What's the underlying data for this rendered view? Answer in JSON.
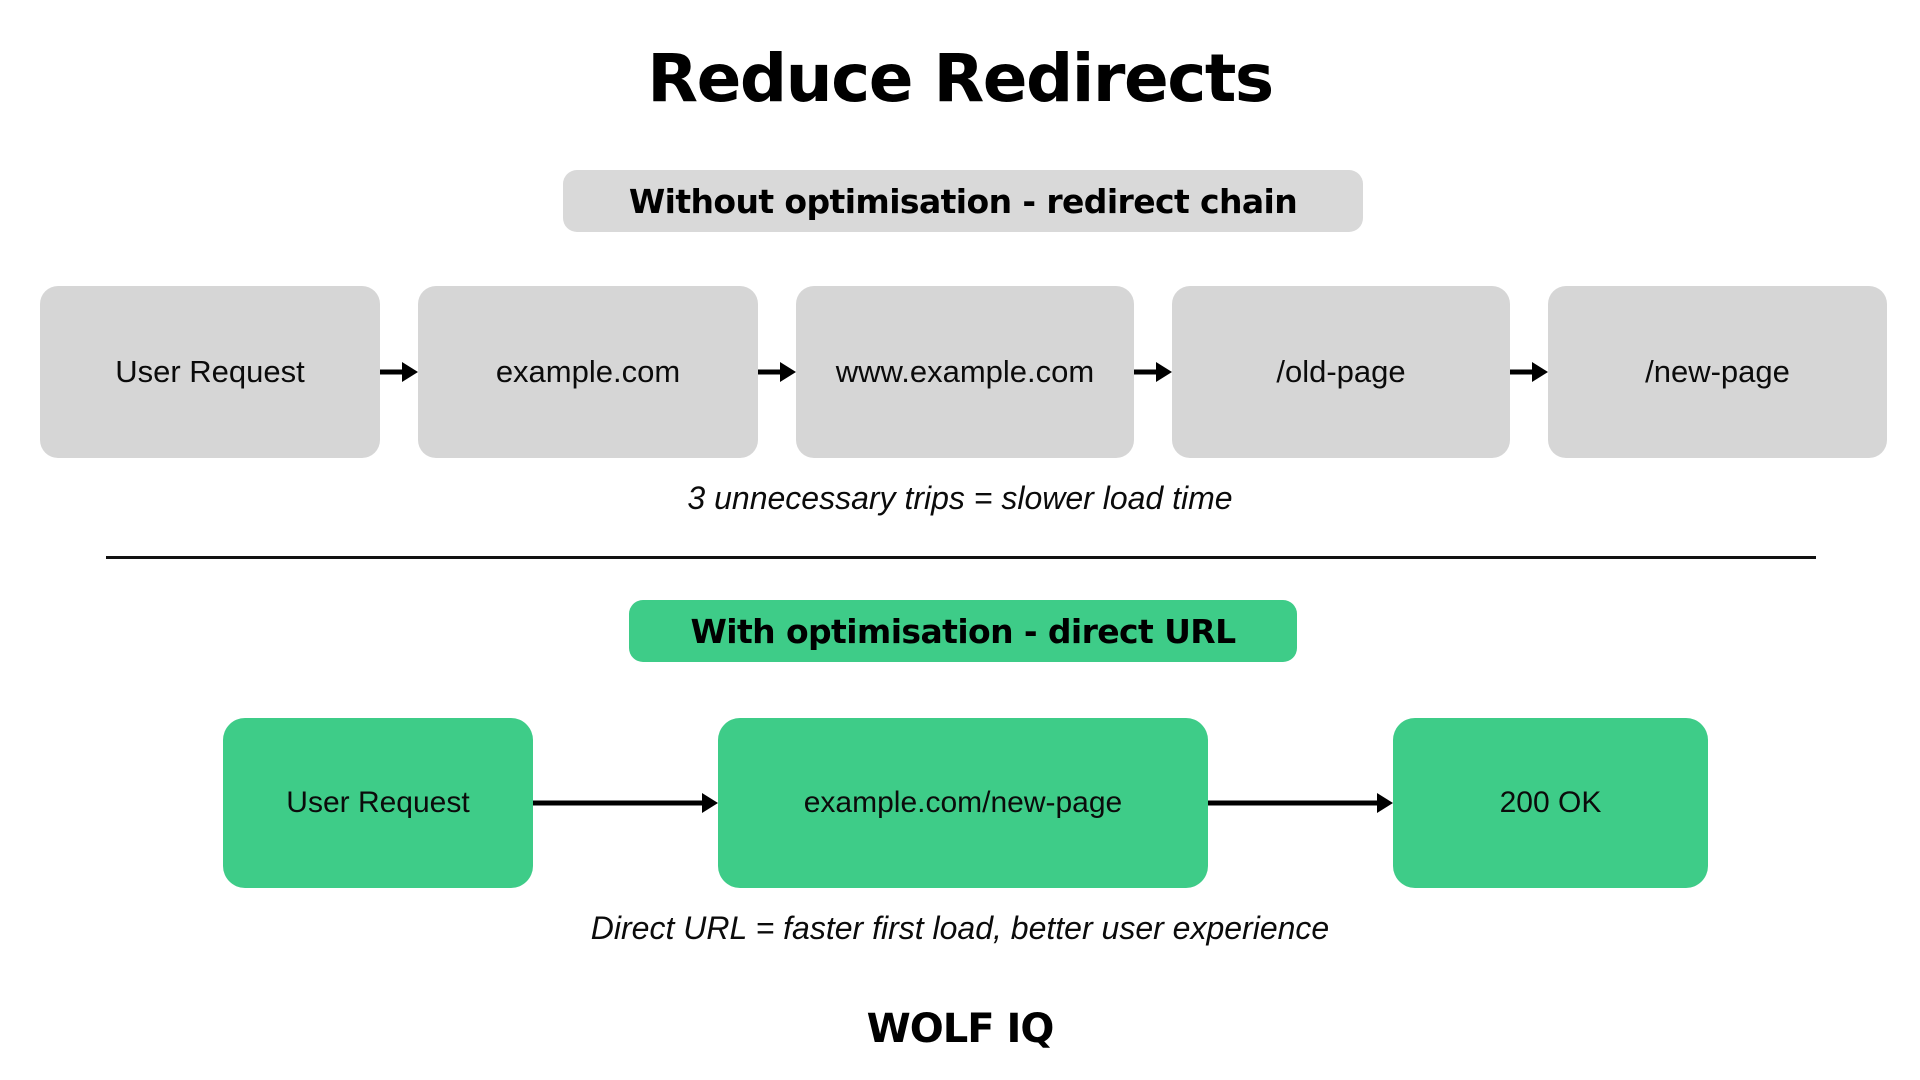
{
  "page": {
    "title": "Reduce Redirects",
    "background_color": "#ffffff",
    "accent_green": "#3ecc88",
    "neutral_gray": "#d6d6d6",
    "badge_gray": "#d9d9d9",
    "text_color": "#0b0b0b"
  },
  "sections": [
    {
      "badge_label": "Without optimisation - redirect chain",
      "badge_style": "gray",
      "nodes": [
        {
          "label": "User Request"
        },
        {
          "label": "example.com"
        },
        {
          "label": "www.example.com"
        },
        {
          "label": "/old-page"
        },
        {
          "label": "/new-page"
        }
      ],
      "caption": "3 unnecessary trips = slower load time"
    },
    {
      "badge_label": "With optimisation - direct URL",
      "badge_style": "green",
      "nodes": [
        {
          "label": "User Request"
        },
        {
          "label": "example.com/new-page"
        },
        {
          "label": "200 OK"
        }
      ],
      "caption": "Direct URL = faster first load, better user experience"
    }
  ],
  "footer": {
    "logo": "WOLF IQ"
  }
}
